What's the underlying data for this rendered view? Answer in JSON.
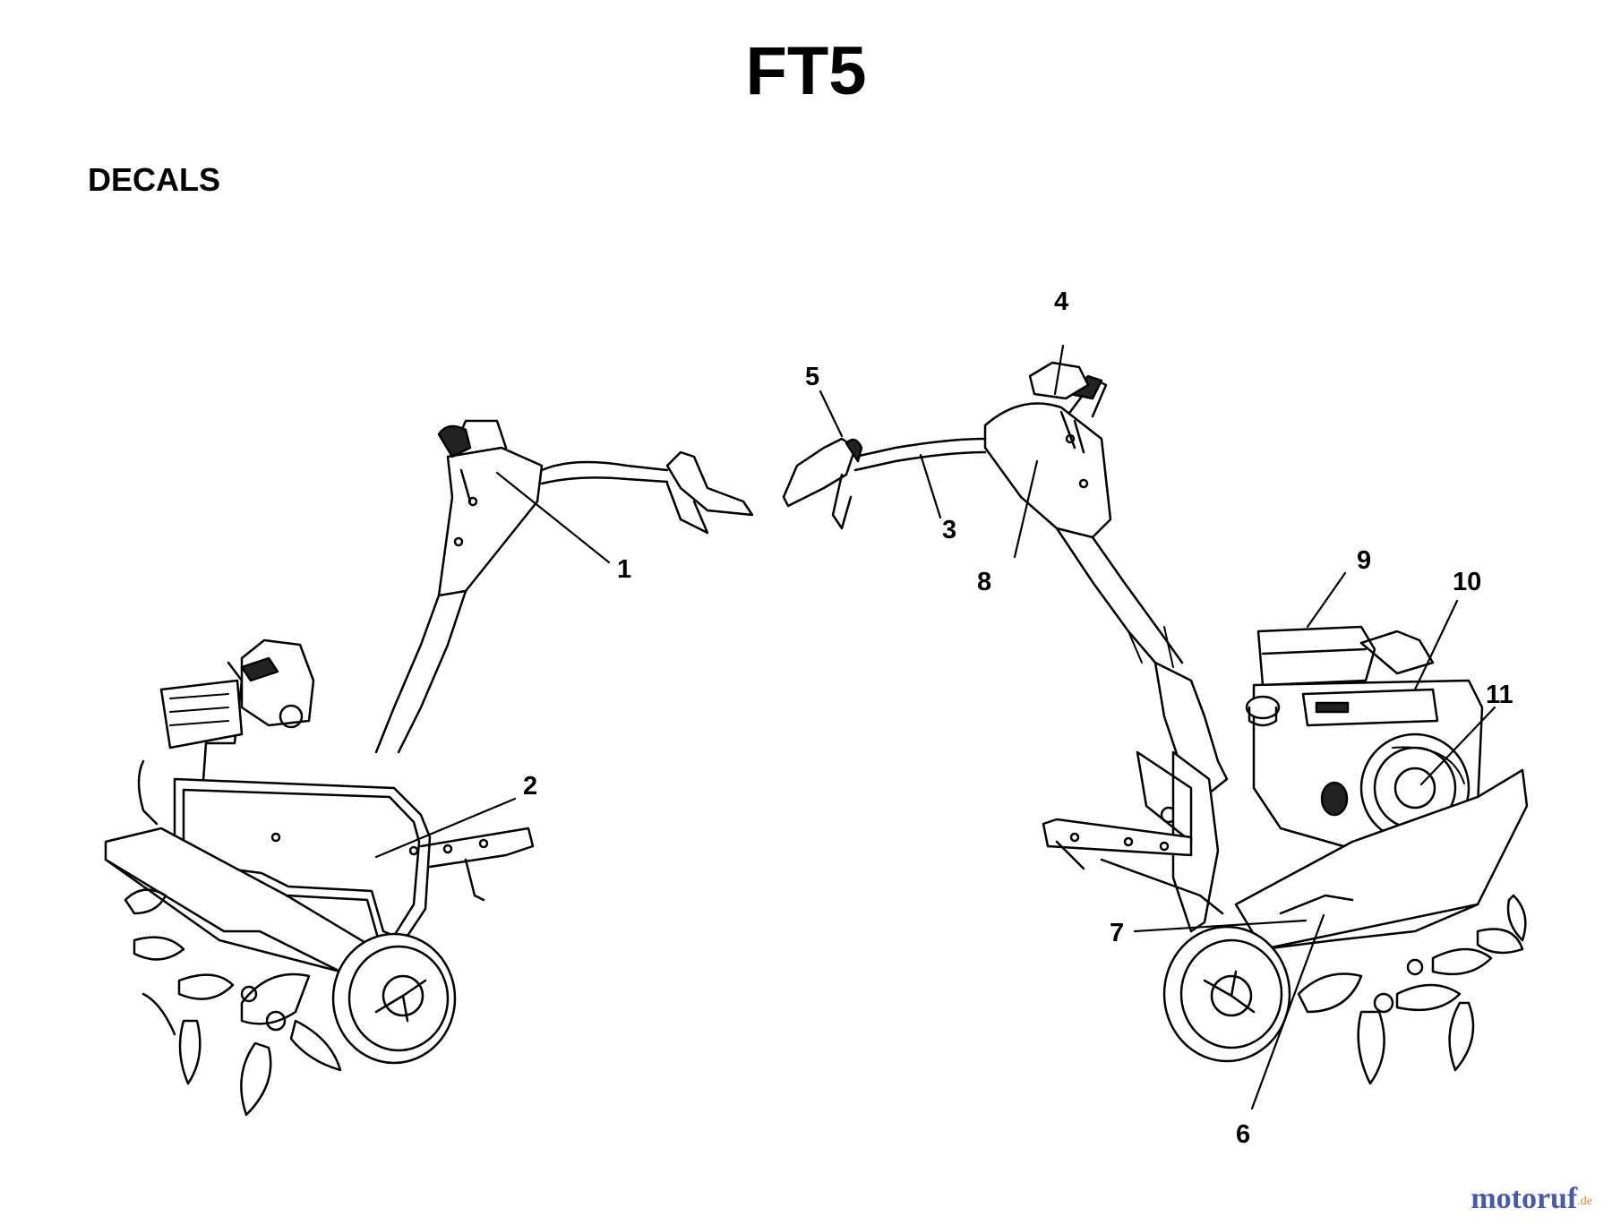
{
  "title": "FT5",
  "section_label": "DECALS",
  "callouts": [
    {
      "id": "c1",
      "label": "1"
    },
    {
      "id": "c2",
      "label": "2"
    },
    {
      "id": "c3",
      "label": "3"
    },
    {
      "id": "c4",
      "label": "4"
    },
    {
      "id": "c5",
      "label": "5"
    },
    {
      "id": "c6",
      "label": "6"
    },
    {
      "id": "c7",
      "label": "7"
    },
    {
      "id": "c8",
      "label": "8"
    },
    {
      "id": "c9",
      "label": "9"
    },
    {
      "id": "c10",
      "label": "10"
    },
    {
      "id": "c11",
      "label": "11"
    }
  ],
  "watermark": {
    "brand": "motoruf",
    "tld": ".de"
  }
}
